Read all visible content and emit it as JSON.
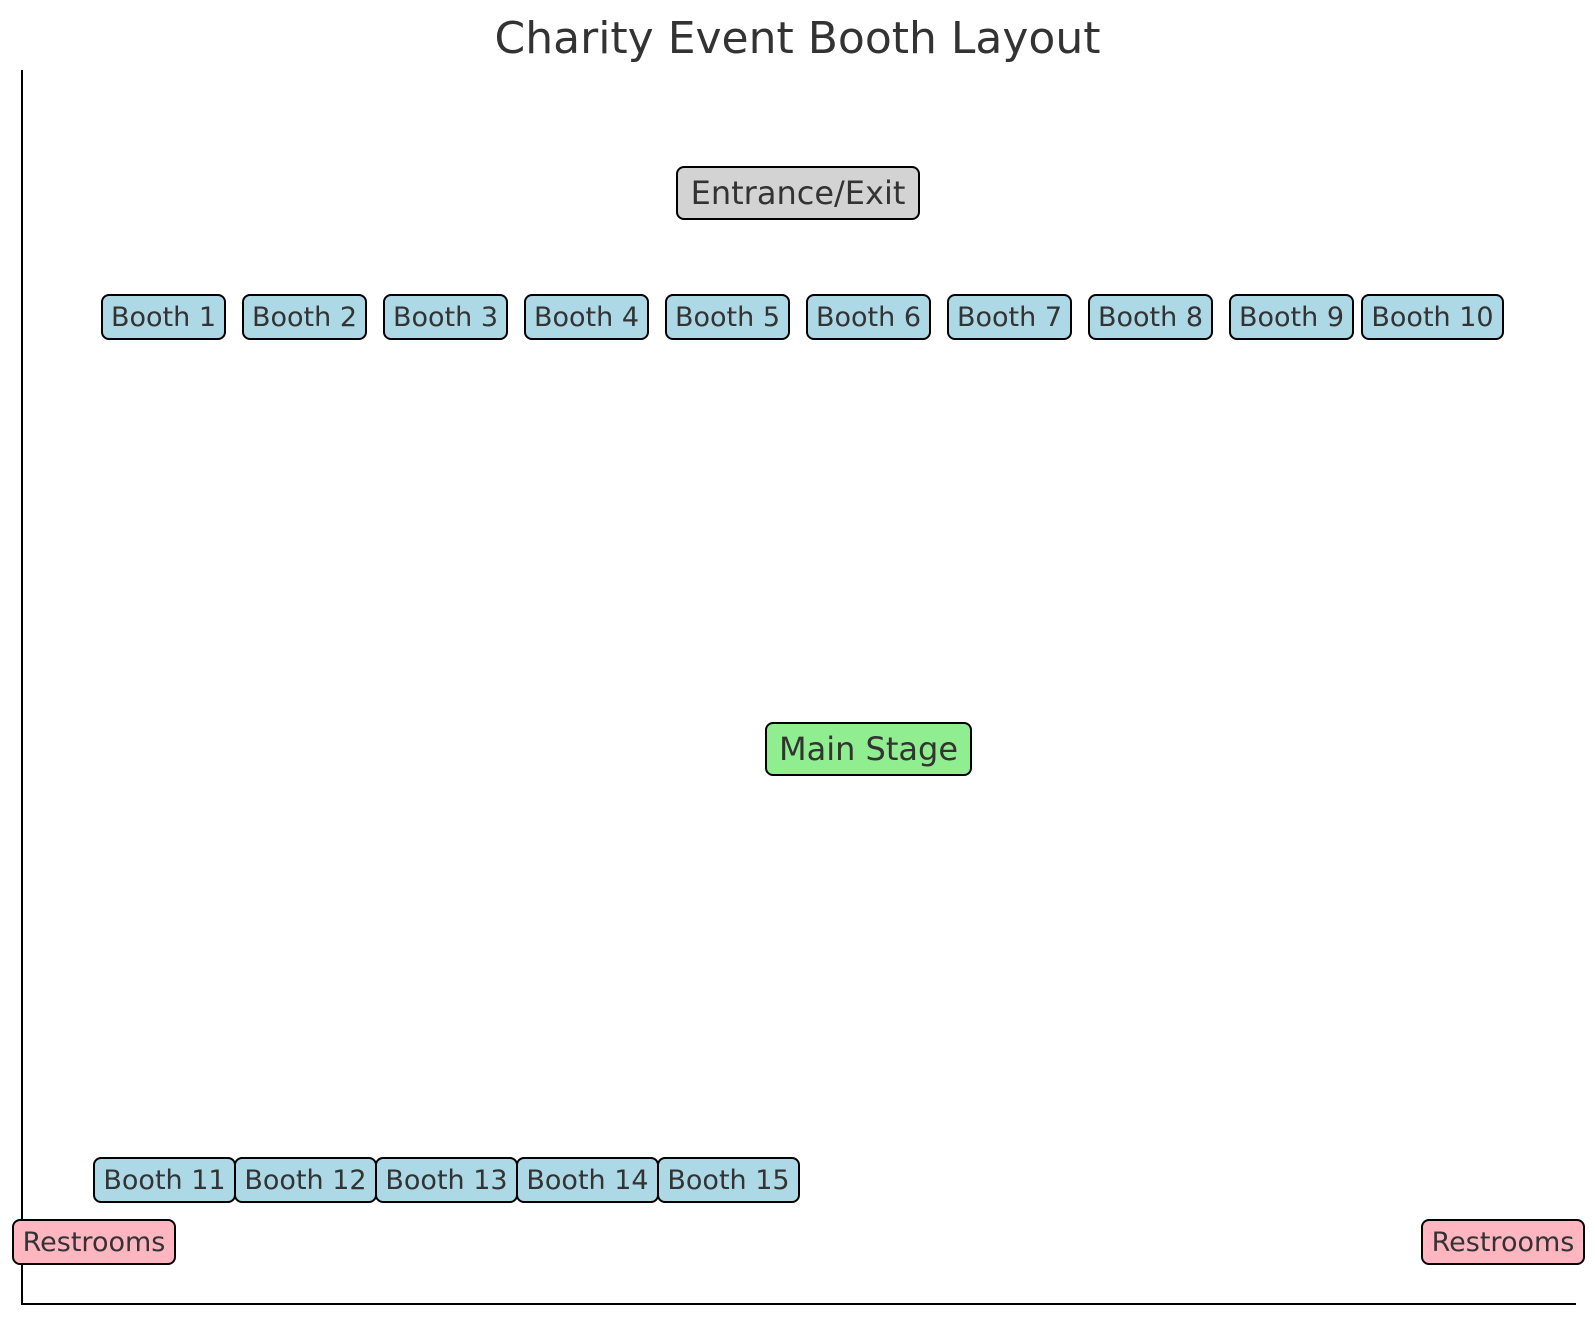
{
  "title": "Charity Event Booth Layout",
  "entrance": {
    "label": "Entrance/Exit",
    "color": "#d3d3d3"
  },
  "main_stage": {
    "label": "Main Stage",
    "color": "#90ee90"
  },
  "booth_color": "#add8e6",
  "restroom_color": "#ffb6c1",
  "booths_top": [
    {
      "label": "Booth 1"
    },
    {
      "label": "Booth 2"
    },
    {
      "label": "Booth 3"
    },
    {
      "label": "Booth 4"
    },
    {
      "label": "Booth 5"
    },
    {
      "label": "Booth 6"
    },
    {
      "label": "Booth 7"
    },
    {
      "label": "Booth 8"
    },
    {
      "label": "Booth 9"
    },
    {
      "label": "Booth 10"
    }
  ],
  "booths_bottom": [
    {
      "label": "Booth 11"
    },
    {
      "label": "Booth 12"
    },
    {
      "label": "Booth 13"
    },
    {
      "label": "Booth 14"
    },
    {
      "label": "Booth 15"
    }
  ],
  "restrooms": [
    {
      "label": "Restrooms"
    },
    {
      "label": "Restrooms"
    }
  ]
}
